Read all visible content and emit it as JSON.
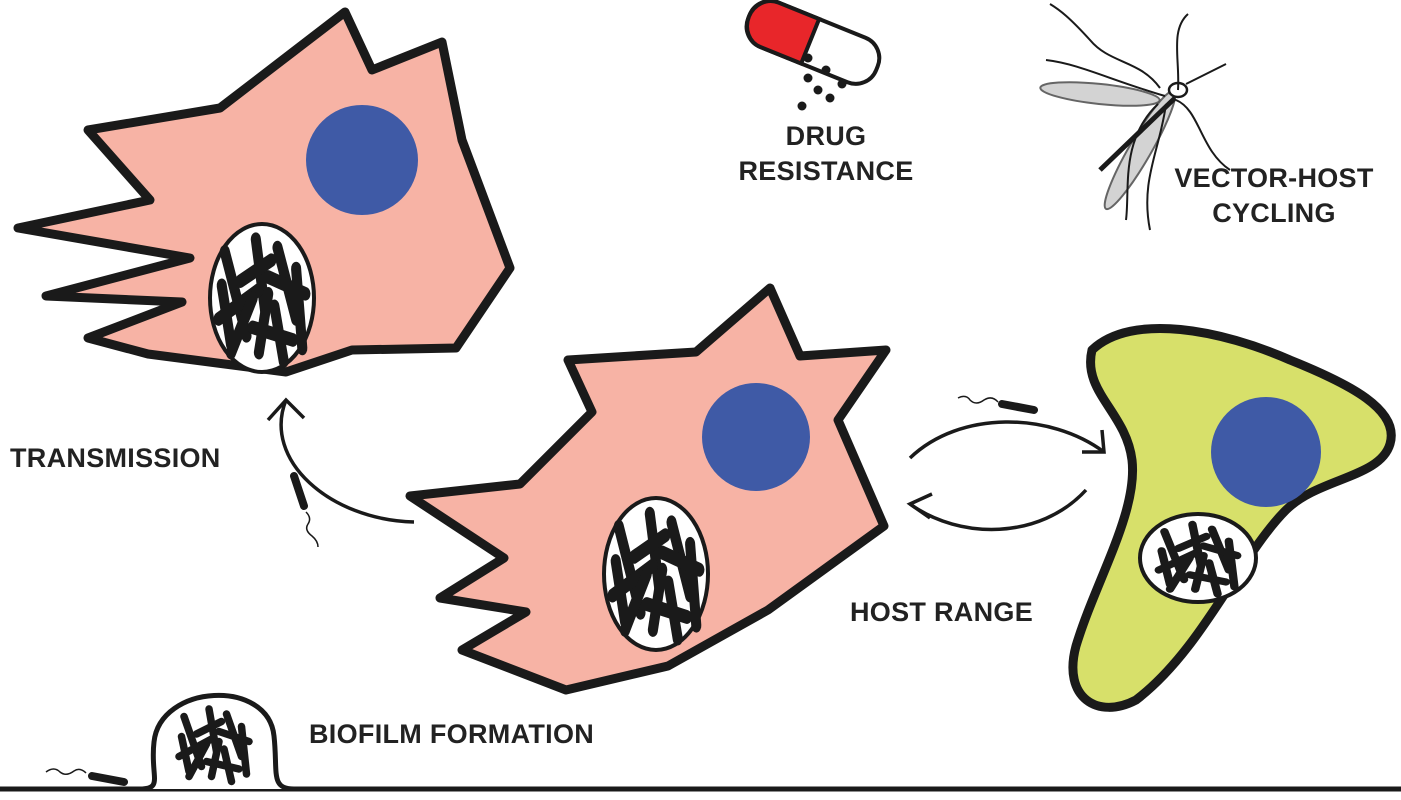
{
  "labels": {
    "transmission": "TRANSMISSION",
    "drug_line1": "DRUG",
    "drug_line2": "RESISTANCE",
    "vector_line1": "VECTOR-HOST",
    "vector_line2": "CYCLING",
    "host_range": "HOST RANGE",
    "biofilm": "BIOFILM FORMATION"
  },
  "colors": {
    "host_cell": "#f7b3a5",
    "alt_host_cell": "#d7e06a",
    "nucleus": "#3f5aa6",
    "outline": "#1a1a1a",
    "capsule_red": "#e8262a",
    "text": "#222222"
  }
}
